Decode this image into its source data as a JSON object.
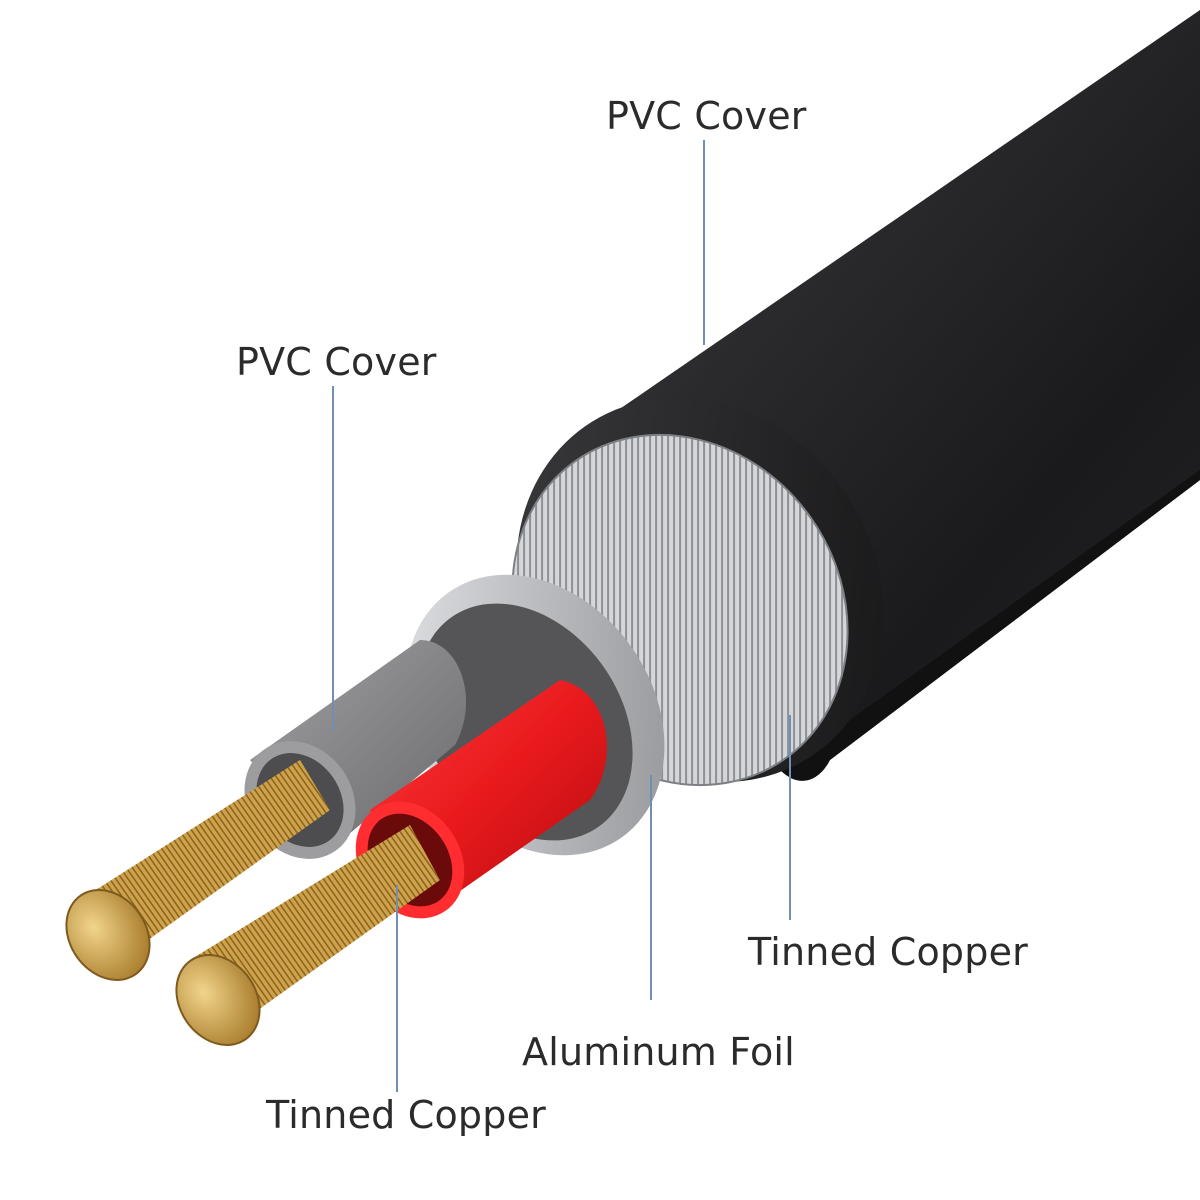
{
  "diagram": {
    "labels": {
      "pvc_cover_outer": "PVC Cover",
      "pvc_cover_inner": "PVC Cover",
      "tinned_copper_braid": "Tinned Copper",
      "aluminum_foil": "Aluminum Foil",
      "tinned_copper_core": "Tinned Copper"
    },
    "colors": {
      "background": "#ffffff",
      "label_text": "#2b2b2b",
      "leader_line": "#6f8fb3",
      "outer_jacket": "#2a2a2c",
      "braid": "#c9cbcf",
      "foil": "#b7b9bd",
      "inner_grey_insulation": "#8a8a8c",
      "inner_red_insulation": "#e8191c",
      "copper_strands": "#c99a3a"
    }
  }
}
